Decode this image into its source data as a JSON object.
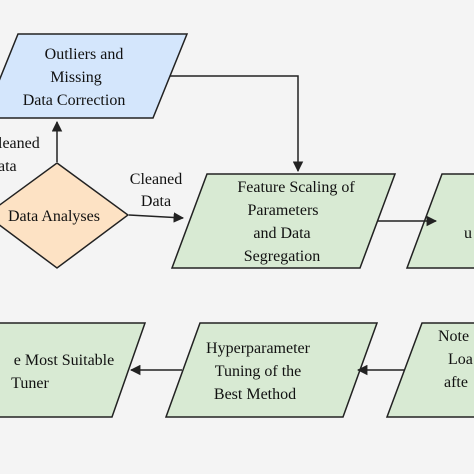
{
  "nodes": {
    "outliers": {
      "lines": [
        "Outliers and",
        "Missing",
        "Data Correction"
      ],
      "fill": "#d4e6fc"
    },
    "analyses": {
      "lines": [
        "Data Analyses"
      ],
      "fill": "#fde2c4"
    },
    "scaling": {
      "lines": [
        "Feature Scaling of",
        "Parameters",
        "and Data",
        "Segregation"
      ],
      "fill": "#d8ead3"
    },
    "right_top": {
      "lines": [
        "u"
      ],
      "fill": "#d8ead3"
    },
    "tuner": {
      "lines": [
        "e Most Suitable",
        "Tuner"
      ],
      "fill": "#d8ead3"
    },
    "hyper": {
      "lines": [
        "Hyperparameter",
        "Tuning of the",
        "Best Method"
      ],
      "fill": "#d8ead3"
    },
    "right_bottom": {
      "lines": [
        "Note",
        "Loa",
        "afte"
      ],
      "fill": "#d8ead3"
    }
  },
  "edge_labels": {
    "left_up": [
      "leaned",
      "ata"
    ],
    "to_scaling": [
      "Cleaned",
      "Data"
    ]
  },
  "colors": {
    "stroke": "#222222",
    "background": "#f4f4f4"
  }
}
